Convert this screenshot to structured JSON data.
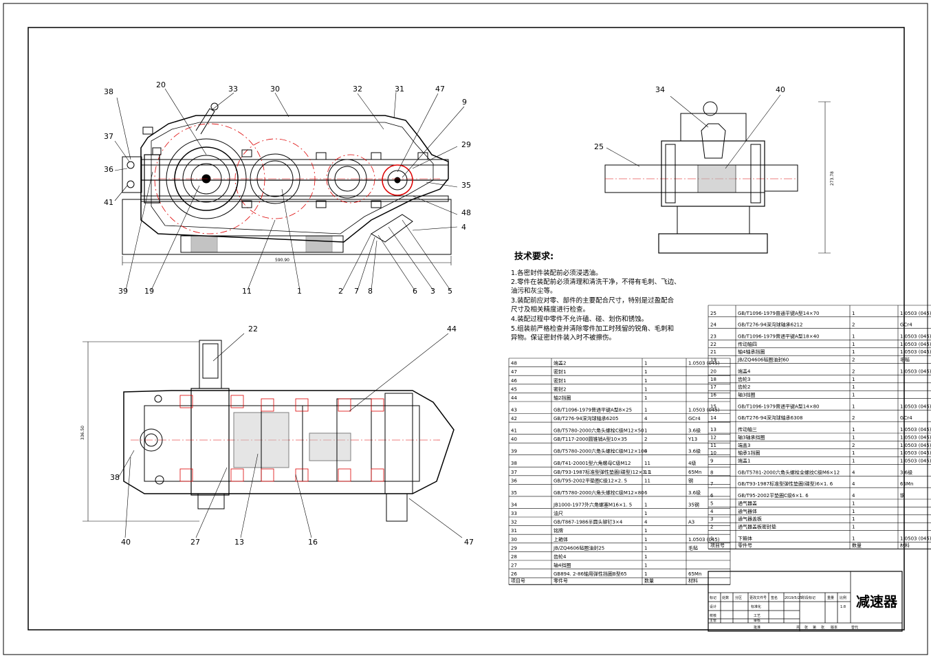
{
  "balloons": {
    "front_top": [
      "38",
      "20",
      "33",
      "30",
      "32",
      "31",
      "47",
      "9"
    ],
    "front_left": [
      "37",
      "36",
      "41"
    ],
    "front_right": [
      "29",
      "35",
      "48",
      "4"
    ],
    "front_bottom": [
      "39",
      "19",
      "11",
      "1",
      "2",
      "7",
      "8",
      "6",
      "3",
      "5"
    ],
    "side": [
      "34",
      "40",
      "25"
    ],
    "plan_top": [
      "22",
      "44"
    ],
    "plan_left": [
      "38"
    ],
    "plan_bottom": [
      "40",
      "27",
      "13",
      "16",
      "47"
    ]
  },
  "dimensions": {
    "front_width": "590.90",
    "side_height": "273.78",
    "plan_height": "336.50"
  },
  "tech_requirements": {
    "title": "技术要求:",
    "lines": [
      "1.各密封件装配前必须浸透油。",
      "2.零件在装配前必须清理和清洗干净，不得有毛刺、飞边、",
      "油污和灰尘等。",
      "3.装配前应对零、部件的主要配合尺寸，特别是过盈配合",
      "尺寸及相关精度进行检查。",
      "4.装配过程中零件不允许磕、碰、划伤和锈蚀。",
      "5.组装前严格检查并清除零件加工时残留的锐角、毛刺和",
      "异物。保证密封件装入时不被擦伤。"
    ]
  },
  "bom_left": {
    "rows": [
      {
        "no": "48",
        "name": "端盖2",
        "qty": "1",
        "mat": "1.0503 (045)",
        "tall": false
      },
      {
        "no": "47",
        "name": "密封1",
        "qty": "1",
        "mat": "",
        "tall": false
      },
      {
        "no": "46",
        "name": "密封1",
        "qty": "1",
        "mat": "",
        "tall": false
      },
      {
        "no": "45",
        "name": "密封2",
        "qty": "1",
        "mat": "",
        "tall": false
      },
      {
        "no": "44",
        "name": "轴2挡圈",
        "qty": "1",
        "mat": "",
        "tall": false
      },
      {
        "no": "43",
        "name": "GB/T1096-1979普通平键A型8×25",
        "qty": "1",
        "mat": "1.0503 (045)",
        "tall": true
      },
      {
        "no": "42",
        "name": "GB/T276-94深沟球轴承6205",
        "qty": "4",
        "mat": "GCr4",
        "tall": false
      },
      {
        "no": "41",
        "name": "GB/T5780-2000六角头螺栓C级M12×50",
        "qty": "1",
        "mat": "3.6级",
        "tall": true
      },
      {
        "no": "40",
        "name": "GB/T117-2000圆锥销A型10×35",
        "qty": "2",
        "mat": "Y13",
        "tall": false
      },
      {
        "no": "39",
        "name": "GB/T5780-2000六角头螺栓C级M12×100",
        "qty": "4",
        "mat": "3.6级",
        "tall": true
      },
      {
        "no": "38",
        "name": "GB/T41-20001型六角螺母C级M12",
        "qty": "11",
        "mat": "4级",
        "tall": true
      },
      {
        "no": "37",
        "name": "GB/T93-1987标准型弹性垫圈(碟型)12×3. 1",
        "qty": "11",
        "mat": "65Mn",
        "tall": false
      },
      {
        "no": "36",
        "name": "GB/T95-2002平垫圈C级12×2. 5",
        "qty": "11",
        "mat": "钢",
        "tall": false
      },
      {
        "no": "35",
        "name": "GB/T5780-2000六角头螺栓C级M12×80",
        "qty": "6",
        "mat": "3.6级",
        "tall": true
      },
      {
        "no": "34",
        "name": "JB1000-1977外六角螺塞M16×1. 5",
        "qty": "1",
        "mat": "35钢",
        "tall": true
      },
      {
        "no": "33",
        "name": "油尺",
        "qty": "1",
        "mat": "",
        "tall": false
      },
      {
        "no": "32",
        "name": "GB/T867-1986半圆头铆钉3×4",
        "qty": "4",
        "mat": "A3",
        "tall": false
      },
      {
        "no": "31",
        "name": "铭牌",
        "qty": "1",
        "mat": "",
        "tall": false
      },
      {
        "no": "30",
        "name": "上箱体",
        "qty": "1",
        "mat": "1.0503 (045)",
        "tall": false
      },
      {
        "no": "29",
        "name": "JB/ZQ4606毡圈油封25",
        "qty": "1",
        "mat": "毛毡",
        "tall": false
      },
      {
        "no": "28",
        "name": "齿轮4",
        "qty": "1",
        "mat": "",
        "tall": false
      },
      {
        "no": "27",
        "name": "轴4挡圈",
        "qty": "1",
        "mat": "",
        "tall": false
      },
      {
        "no": "26",
        "name": "GB894. 2-86轴用弹性挡圈B型65",
        "qty": "1",
        "mat": "65Mn",
        "tall": false
      }
    ],
    "header": {
      "no": "项目号",
      "name": "零件号",
      "qty": "数量",
      "mat": "材料"
    }
  },
  "bom_right": {
    "rows": [
      {
        "no": "25",
        "name": "GB/T1096-1979普通平键A型14×70",
        "qty": "1",
        "mat": "1.0503 (045)",
        "tall": true
      },
      {
        "no": "24",
        "name": "GB/T276-94深沟球轴承6212",
        "qty": "2",
        "mat": "GCr4",
        "tall": true
      },
      {
        "no": "23",
        "name": "GB/T1096-1979普通平键A型18×40",
        "qty": "1",
        "mat": "1.0503 (045)",
        "tall": true
      },
      {
        "no": "22",
        "name": "传动轴四",
        "qty": "1",
        "mat": "1.0503 (045)",
        "tall": false
      },
      {
        "no": "21",
        "name": "轴4轴承挡圈",
        "qty": "1",
        "mat": "1.0503 (045)",
        "tall": false
      },
      {
        "no": "19",
        "name": "JB/ZQ4606毡圈油封60",
        "qty": "2",
        "mat": "毛毡",
        "tall": false
      },
      {
        "no": "20",
        "name": "端盖4",
        "qty": "2",
        "mat": "1.0503 (045)",
        "tall": true
      },
      {
        "no": "18",
        "name": "齿轮3",
        "qty": "1",
        "mat": "",
        "tall": false
      },
      {
        "no": "17",
        "name": "齿轮2",
        "qty": "1",
        "mat": "",
        "tall": false
      },
      {
        "no": "16",
        "name": "轴3挡圈",
        "qty": "1",
        "mat": "",
        "tall": false
      },
      {
        "no": "15",
        "name": "GB/T1096-1979普通平键A型14×80",
        "qty": "1",
        "mat": "1.0503 (045)",
        "tall": true
      },
      {
        "no": "14",
        "name": "GB/T276-94深沟球轴承6308",
        "qty": "2",
        "mat": "GCr4",
        "tall": true
      },
      {
        "no": "13",
        "name": "传动轴三",
        "qty": "1",
        "mat": "1.0503 (045)",
        "tall": true
      },
      {
        "no": "12",
        "name": "轴3轴承挡圈",
        "qty": "1",
        "mat": "1.0503 (045)",
        "tall": false
      },
      {
        "no": "11",
        "name": "端盖3",
        "qty": "2",
        "mat": "1.0503 (045)",
        "tall": false
      },
      {
        "no": "10",
        "name": "轴承1挡圈",
        "qty": "1",
        "mat": "1.0503 (045)",
        "tall": false
      },
      {
        "no": "9",
        "name": "端盖1",
        "qty": "1",
        "mat": "1.0503 (045)",
        "tall": false
      },
      {
        "no": "8",
        "name": "GB/T5781-2000六角头螺栓全螺纹C级M6×12",
        "qty": "4",
        "mat": "3.6级",
        "tall": true
      },
      {
        "no": "7",
        "name": "GB/T93-1987标准型弹性垫圈(碟型)6×1. 6",
        "qty": "4",
        "mat": "65Mn",
        "tall": true
      },
      {
        "no": "6",
        "name": "GB/T95-2002平垫圈C级6×1. 6",
        "qty": "4",
        "mat": "钢",
        "tall": true
      },
      {
        "no": "5",
        "name": "通气器盖",
        "qty": "1",
        "mat": "",
        "tall": false
      },
      {
        "no": "4",
        "name": "通气器体",
        "qty": "1",
        "mat": "",
        "tall": false
      },
      {
        "no": "3",
        "name": "通气器盖板",
        "qty": "1",
        "mat": "",
        "tall": false
      },
      {
        "no": "2",
        "name": "通气器盖板密封垫",
        "qty": "1",
        "mat": "",
        "tall": false
      },
      {
        "no": "1",
        "name": "下箱体",
        "qty": "1",
        "mat": "1.0503 (045)",
        "tall": true
      }
    ],
    "header": {
      "no": "项目号",
      "name": "零件号",
      "qty": "数量",
      "mat": "材料"
    }
  },
  "title_block": {
    "drawing_title": "减速器",
    "scale": "1:8",
    "date": "2019/5/25",
    "cells_top": [
      "标记",
      "处数",
      "分区",
      "更改文件号",
      "签名",
      "2019/5/25",
      "阶段标记",
      "重量",
      "比例"
    ],
    "cells_left": [
      "设计",
      "校核",
      "主管"
    ],
    "cells_mid": [
      "标准化",
      "工艺",
      "审核",
      "批准"
    ],
    "cells_bottom": [
      "共",
      "张",
      "第",
      "张",
      "版本",
      "替代"
    ]
  }
}
